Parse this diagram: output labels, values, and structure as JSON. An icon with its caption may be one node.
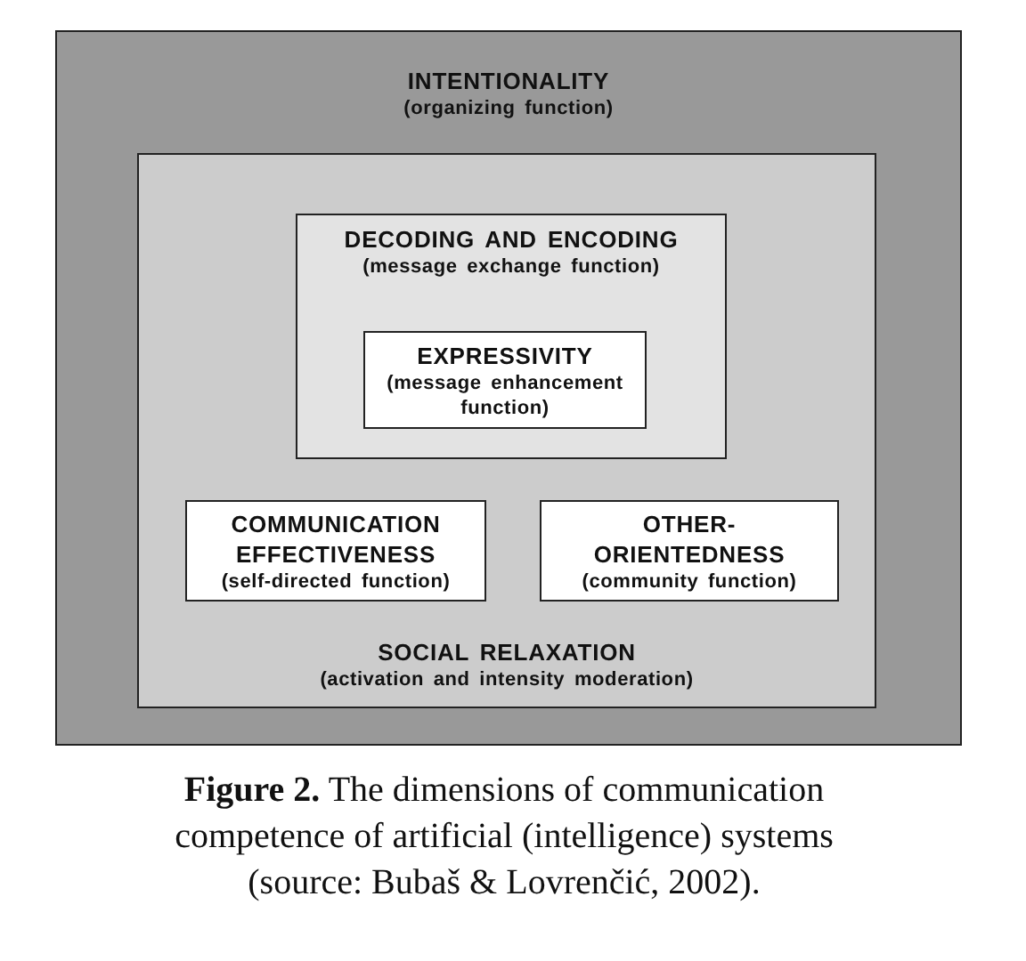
{
  "diagram": {
    "caption": "**Figure 2.** The dimensions of communication competence of artificial (intelligence) systems (source: Bubaš & Lovrenčić, 2002).",
    "nodes": [
      {
        "text": [
          "INTENTIONALITY",
          "(organizing function)"
        ]
      },
      {
        "text": [
          "SOCIAL RELAXATION",
          "(activation and intensity moderation)"
        ],
        "in": 0
      },
      {
        "text": [
          "DECODING AND ENCODING",
          "(message exchange function)"
        ],
        "in": 1
      },
      {
        "text": [
          "EXPRESSIVITY",
          "(message enhancement function)"
        ],
        "in": 2
      },
      {
        "text": [
          "COMMUNICATION EFFECTIVENESS",
          "(self-directed function)"
        ],
        "in": 1
      },
      {
        "text": [
          "OTHER-ORIENTEDNESS",
          "(community function)"
        ],
        "in": 1
      }
    ]
  }
}
